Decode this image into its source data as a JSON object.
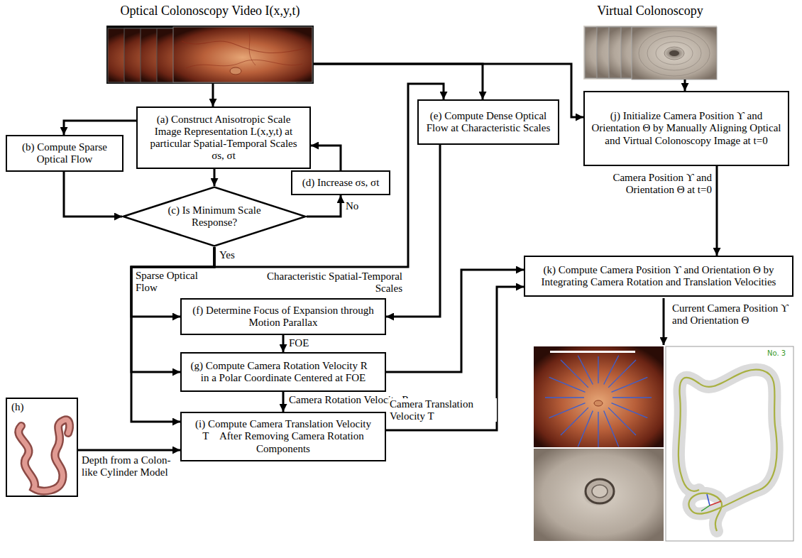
{
  "diagram": {
    "nodes": [
      {
        "text": [
          "Optical Colonoscopy Video I(x,y,t)"
        ]
      },
      {
        "text": [
          "Virtual Colonoscopy"
        ]
      },
      {
        "text": [
          "(a) Construct Anisotropic Scale Image Representation L(x,y,t) at particular Spatial-Temporal Scales σs, σt"
        ]
      },
      {
        "text": [
          "(b) Compute Sparse Optical Flow"
        ]
      },
      {
        "text": [
          "(c) Is Minimum Scale Response?"
        ]
      },
      {
        "text": [
          "(d) Increase σs, σt"
        ]
      },
      {
        "text": [
          "(e) Compute Dense Optical Flow at Characteristic Scales"
        ]
      },
      {
        "text": [
          "(j) Initialize Camera Position ϒ and Orientation Θ by Manually Aligning Optical and Virtual Colonoscopy Image at t=0"
        ]
      },
      {
        "text": [
          "(k) Compute Camera Position ϒ and Orientation Θ by Integrating Camera Rotation and Translation Velocities"
        ]
      },
      {
        "text": [
          "(f) Determine Focus of Expansion through Motion Parallax"
        ]
      },
      {
        "text": [
          "(g) Compute Camera Rotation Velocity R⃗ in a Polar Coordinate Centered at FOE"
        ]
      },
      {
        "text": [
          "(h)"
        ]
      },
      {
        "text": [
          "(i) Compute Camera Translation Velocity T⃗ After Removing Camera Rotation Components"
        ]
      }
    ],
    "edges": [
      {
        "from": 0,
        "to": 2,
        "arrow": "to"
      },
      {
        "from": 0,
        "to": 6,
        "arrow": "to"
      },
      {
        "from": 0,
        "to": 7,
        "arrow": "to"
      },
      {
        "from": 1,
        "to": 7,
        "arrow": "to"
      },
      {
        "from": 2,
        "to": 3,
        "arrow": "to"
      },
      {
        "from": 2,
        "to": 4,
        "arrow": "to"
      },
      {
        "from": 3,
        "to": 4,
        "arrow": "to"
      },
      {
        "from": 4,
        "to": 5,
        "label": "No",
        "arrow": "to"
      },
      {
        "from": 5,
        "to": 2,
        "arrow": "to"
      },
      {
        "from": 4,
        "to": 6,
        "label": "Characteristic Spatial-Temporal Scales",
        "arrow": "to"
      },
      {
        "from": 4,
        "to": 9,
        "label": "Sparse Optical Flow",
        "arrow": "to"
      },
      {
        "from": 4,
        "to": 10,
        "arrow": "to"
      },
      {
        "from": 4,
        "to": 12,
        "arrow": "to"
      },
      {
        "from": 6,
        "to": 9,
        "arrow": "to"
      },
      {
        "from": 9,
        "to": 10,
        "label": "FOE",
        "arrow": "to"
      },
      {
        "from": 10,
        "to": 12,
        "label": "Camera Rotation Velocity R⃗",
        "arrow": "to"
      },
      {
        "from": 10,
        "to": 8,
        "arrow": "to"
      },
      {
        "from": 11,
        "to": 12,
        "label": "Depth from a Colon-like Cylinder Model",
        "arrow": "to"
      },
      {
        "from": 12,
        "to": 8,
        "label": "Camera Translation Velocity T⃗",
        "arrow": "to"
      },
      {
        "from": 7,
        "to": 8,
        "label": "Camera Position ϒ and Orientation Θ at t=0",
        "arrow": "to"
      }
    ],
    "labels": [
      "Yes",
      "Current Camera Position ϒ and Orientation Θ",
      "No. 3"
    ]
  }
}
